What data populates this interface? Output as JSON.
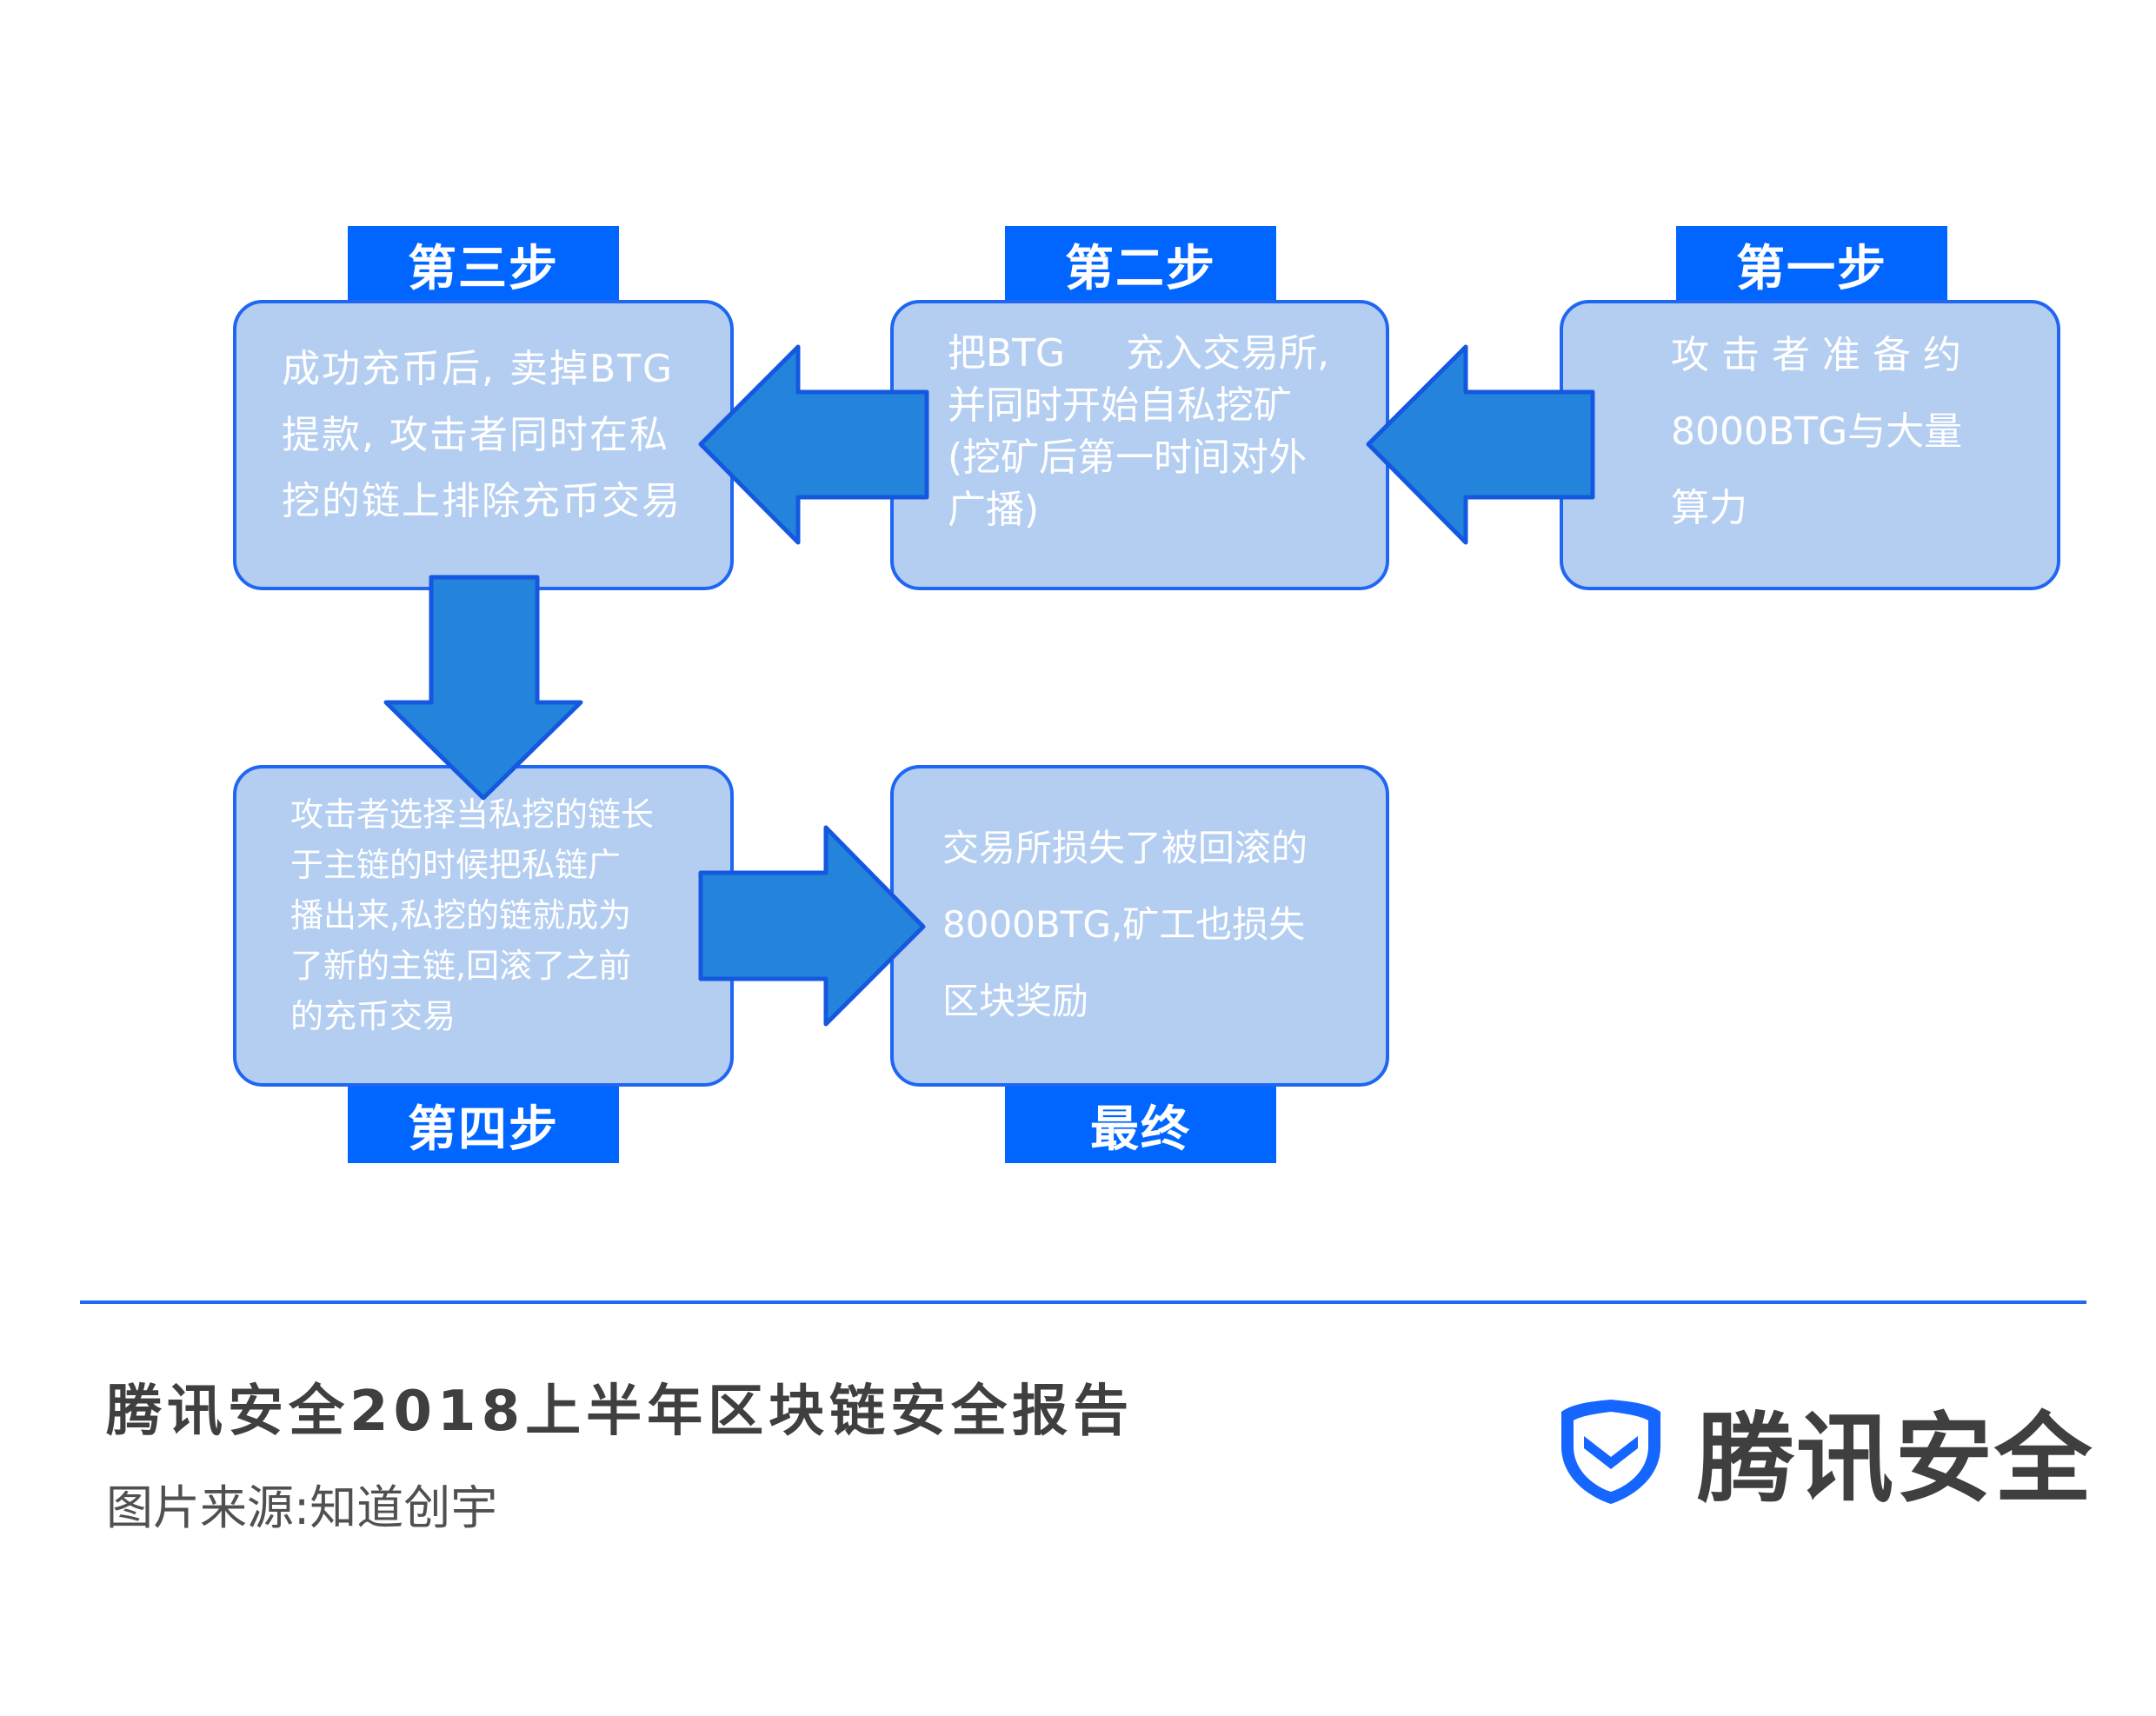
{
  "labels": {
    "step1": "第一步",
    "step2": "第二步",
    "step3": "第三步",
    "step4": "第四步",
    "final": "最终"
  },
  "boxes": {
    "step1": {
      "lines": [
        "攻 击 者 准 备 约",
        "8000BTG与大量",
        "算力"
      ]
    },
    "step2": {
      "lines": [
        "把BTG     充入交易所,",
        "并同时开始自私挖矿",
        "(挖矿后第一时间对外",
        "广播)"
      ]
    },
    "step3": {
      "lines": [
        "成功充币后, 卖掉BTG",
        "提款, 攻击者同时在私",
        "挖的链上排除充币交易"
      ]
    },
    "step4": {
      "lines": [
        "攻击者选择当私挖的链长",
        "于主链的时候把私链广",
        "播出来,私挖的链就成为",
        "了新的主链,回滚了之前",
        "的充币交易"
      ]
    },
    "final": {
      "lines": [
        "交易所损失了被回滚的",
        "8000BTG,矿工也损失",
        "区块奖励"
      ]
    }
  },
  "footer": {
    "report_title": "腾讯安全2018上半年区块链安全报告",
    "source": "图片来源:知道创宇",
    "brand": "腾讯安全"
  },
  "colors": {
    "label_bg": "#0066ff",
    "box_fill": "#b4cef2",
    "box_border": "#1f66f2",
    "arrow_fill": "#2483db",
    "arrow_stroke": "#1558e0",
    "divider": "#1c6bef",
    "brand_blue": "#1565ff"
  }
}
